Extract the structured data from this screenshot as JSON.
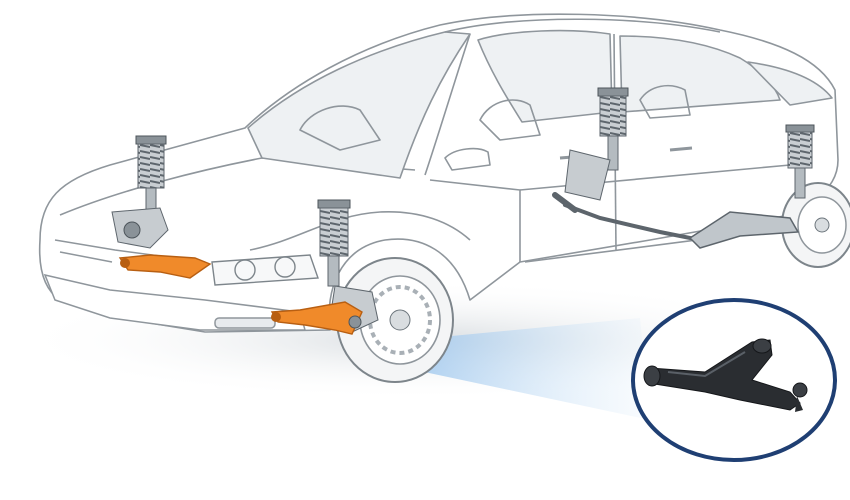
{
  "diagram": {
    "subject": "car-suspension-cutaway",
    "parts": [
      {
        "id": "front-left-strut",
        "type": "coil-spring-strut"
      },
      {
        "id": "front-right-strut",
        "type": "coil-spring-strut"
      },
      {
        "id": "rear-left-strut",
        "type": "coil-spring-strut"
      },
      {
        "id": "rear-right-strut",
        "type": "coil-spring-strut"
      },
      {
        "id": "front-left-control-arm",
        "type": "lower-control-arm",
        "highlighted": true
      },
      {
        "id": "front-right-control-arm",
        "type": "lower-control-arm",
        "highlighted": true
      },
      {
        "id": "rear-suspension-link",
        "type": "trailing-link"
      },
      {
        "id": "stabilizer-bar",
        "type": "anti-roll-bar"
      }
    ],
    "inset": {
      "shows": "lower-control-arm",
      "border": "circle"
    }
  },
  "colors": {
    "background": "#ffffff",
    "body_line": "#8f969c",
    "glass": "#eef1f3",
    "highlight": "#f08a2a",
    "highlight_dark": "#b85f12",
    "metal": "#a9b0b6",
    "metal_dark": "#5d656c",
    "spring": "#6c757c",
    "shadow": "#dfe3e6",
    "inset_border": "#1f3f73",
    "beam": "#b9d6f2",
    "part_black": "#2a2d31"
  }
}
